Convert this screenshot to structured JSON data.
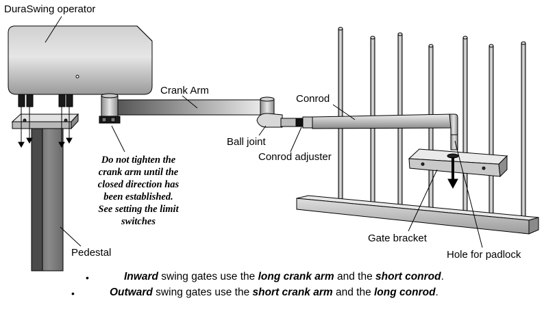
{
  "labels": {
    "operator": "DuraSwing operator",
    "crank_arm": "Crank Arm",
    "conrod": "Conrod",
    "ball_joint": "Ball joint",
    "conrod_adjuster": "Conrod adjuster",
    "pedestal": "Pedestal",
    "gate_bracket": "Gate bracket",
    "hole_for_padlock": "Hole for padlock"
  },
  "note_lines": [
    "Do not tighten the",
    "crank arm until the",
    "closed direction has",
    "been established.",
    "See setting the limit",
    "switches"
  ],
  "bullets": [
    {
      "bullet": "•",
      "bold1": "Inward",
      "text1": " swing gates use the ",
      "bold2": "long crank arm",
      "text2": " and the ",
      "bold3": "short conrod",
      "text3": "."
    },
    {
      "bullet": "•",
      "bold1": "Outward",
      "text1": " swing gates use the ",
      "bold2": "short crank arm",
      "text2": " and the ",
      "bold3": "long conrod",
      "text3": "."
    }
  ]
}
